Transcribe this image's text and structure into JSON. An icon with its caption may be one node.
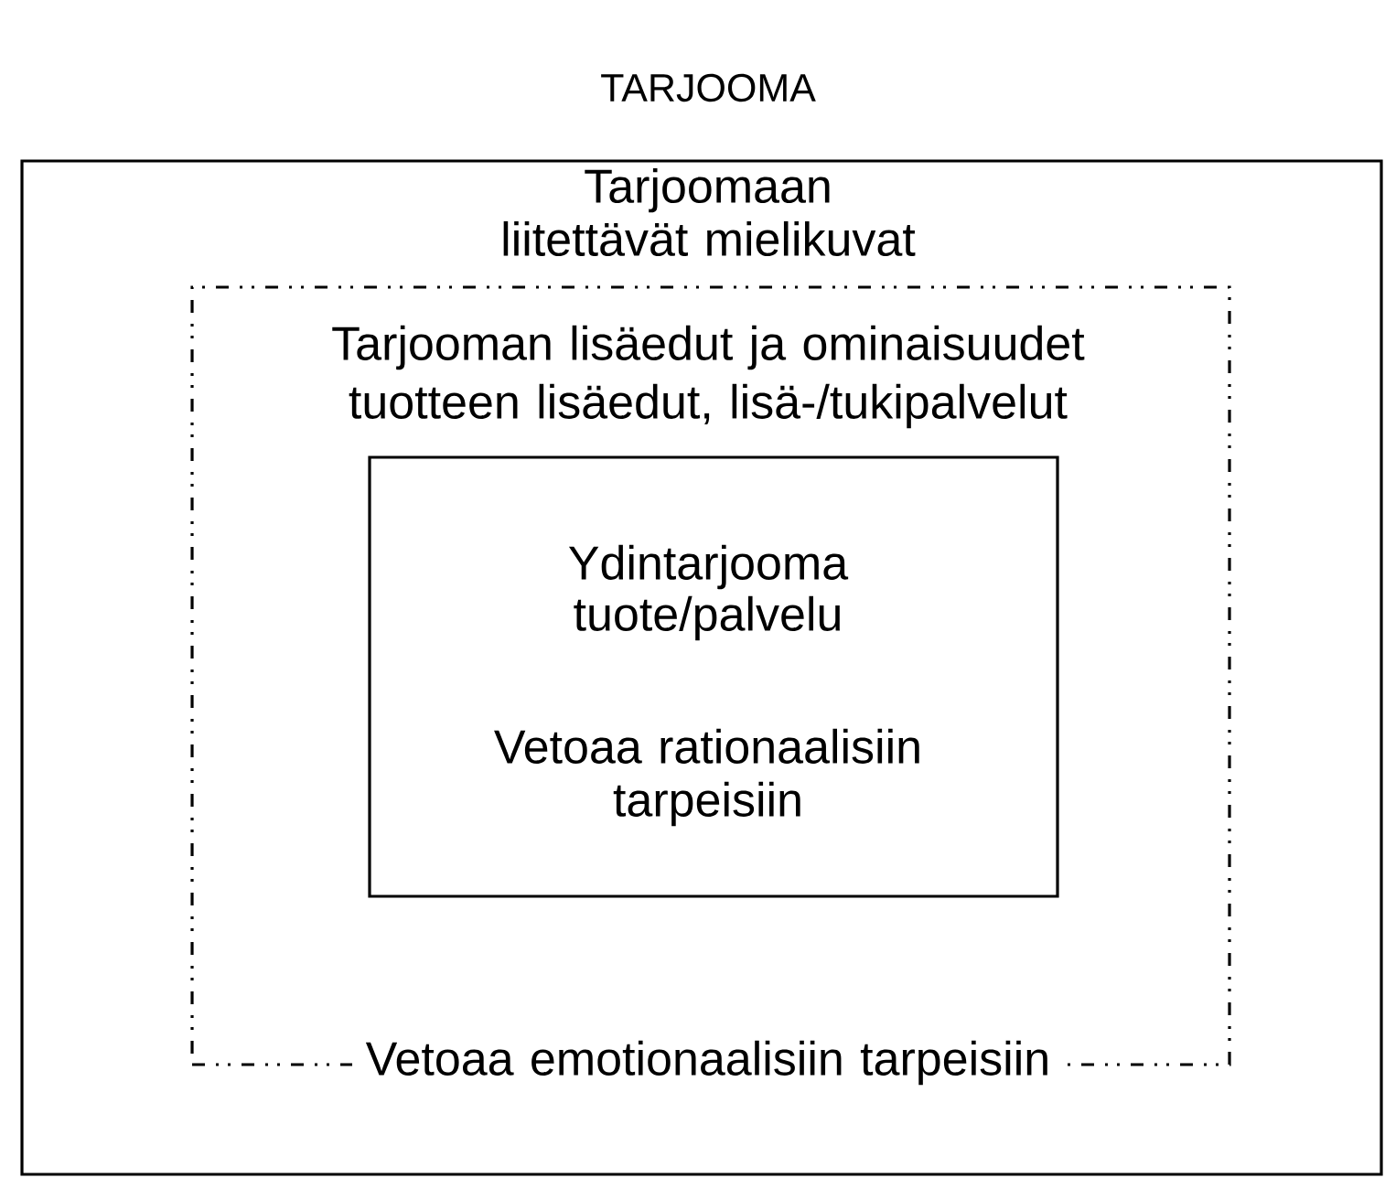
{
  "diagram": {
    "title": "TARJOOMA",
    "nodes": [
      {
        "text": [
          "Tarjoomaan liitettävät mielikuvat"
        ]
      },
      {
        "text": [
          "Tarjooman lisäedut ja ominaisuudet",
          "tuotteen lisäedut, lisä-/tukipalvelut",
          "Vetoaa emotionaalisiin tarpeisiin"
        ],
        "in": 0
      },
      {
        "text": [
          "Ydintarjooma",
          "tuote/palvelu",
          "Vetoaa rationaalisiin tarpeisiin"
        ],
        "in": 1
      }
    ]
  }
}
